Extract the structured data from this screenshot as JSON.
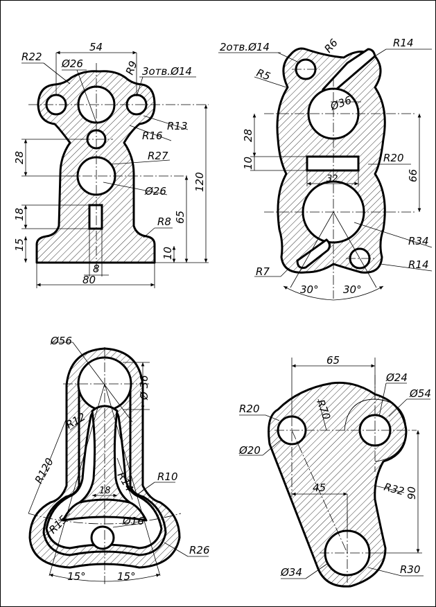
{
  "drawing": {
    "part1": {
      "labels": {
        "r22": "R22",
        "d54": "54",
        "phi26a": "Ø26",
        "r9": "R9",
        "holes": "3отв.Ø14",
        "r13": "R13",
        "r16": "R16",
        "d28": "28",
        "r27": "R27",
        "phi26b": "Ø26",
        "d120": "120",
        "d18": "18",
        "d65": "65",
        "r8": "R8",
        "d15": "15",
        "d10": "10",
        "d8": "8",
        "d80": "80"
      }
    },
    "part2": {
      "labels": {
        "holes": "2отв.Ø14",
        "r6": "R6",
        "r14a": "R14",
        "r5": "R5",
        "phi36": "Ø36",
        "d28": "28",
        "d10": "10",
        "r20": "R20",
        "d32": "32",
        "d66": "66",
        "r34": "R34",
        "r7": "R7",
        "r14b": "R14",
        "a30a": "30°",
        "a30b": "30°"
      }
    },
    "part3": {
      "labels": {
        "phi56": "Ø56",
        "phi36": "Ø 36",
        "r12": "R12",
        "r120": "R120",
        "r14": "R14",
        "r10": "R10",
        "d18": "18",
        "r15": "R15",
        "phi16": "Ø16",
        "r26": "R26",
        "a15a": "15°",
        "a15b": "15°"
      }
    },
    "part4": {
      "labels": {
        "d65": "65",
        "phi24": "Ø24",
        "r70": "R70",
        "phi54": "Ø54",
        "r20": "R20",
        "phi20": "Ø20",
        "d45": "45",
        "r32": "R32",
        "d90": "90",
        "phi34": "Ø34",
        "r30": "R30"
      }
    }
  }
}
